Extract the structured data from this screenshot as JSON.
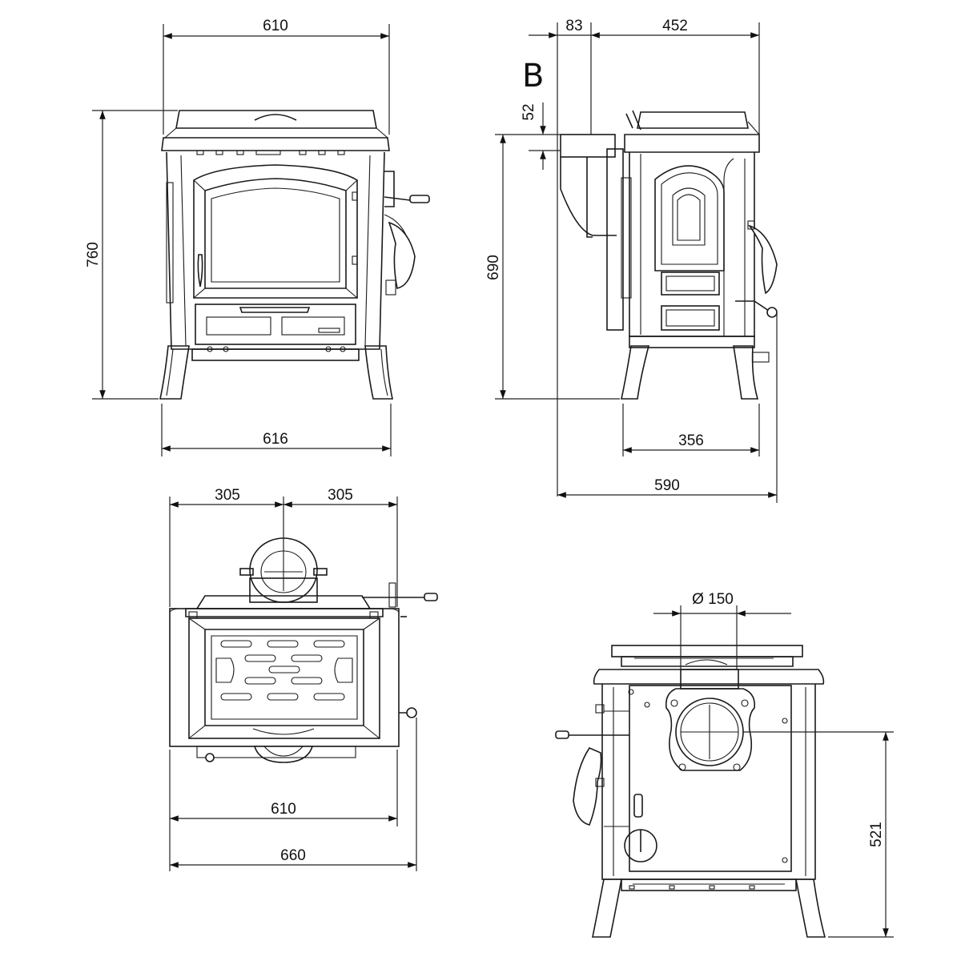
{
  "front_view": {
    "width_top": "610",
    "height": "760",
    "width_base": "616"
  },
  "side_view": {
    "label": "B",
    "offset": "83",
    "depth_top": "452",
    "offset_small": "52",
    "height": "690",
    "depth_base": "356",
    "depth_total": "590"
  },
  "top_view": {
    "half_left": "305",
    "half_right": "305",
    "width_inner": "610",
    "width_outer": "660"
  },
  "rear_view": {
    "flue_diameter": "Ø 150",
    "flue_height": "521"
  }
}
